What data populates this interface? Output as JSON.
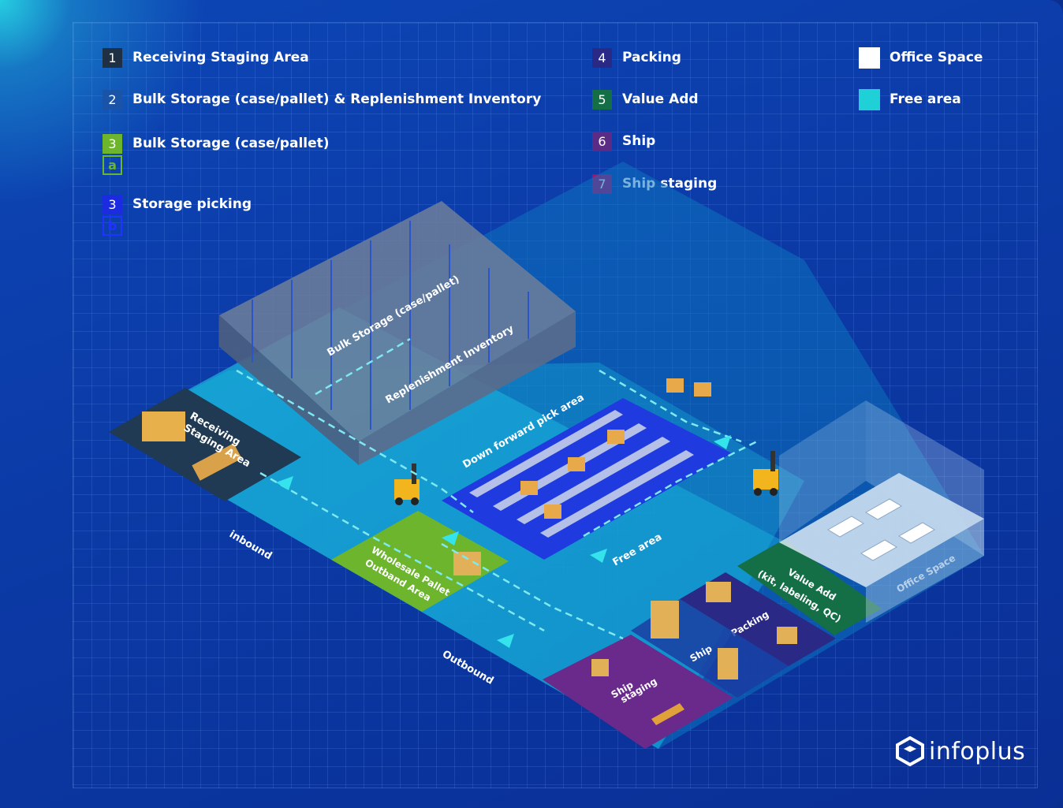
{
  "legend": [
    {
      "badges": [
        "1"
      ],
      "label": "Receiving Staging Area",
      "color": "#1f2f44"
    },
    {
      "badges": [
        "2"
      ],
      "label": "Bulk Storage (case/pallet) & Replenishment Inventory",
      "color": "#1a54a8"
    },
    {
      "badges": [
        "3",
        "a"
      ],
      "label": "Bulk Storage (case/pallet)",
      "color": "#6cb52d",
      "sub_color": "#4caf50"
    },
    {
      "badges": [
        "3",
        "b"
      ],
      "label": "Storage picking",
      "color": "#1b2be0",
      "sub_color": "#2233ff"
    },
    {
      "badges": [
        "4"
      ],
      "label": "Packing",
      "color": "#2a2a86"
    },
    {
      "badges": [
        "5"
      ],
      "label": "Value Add",
      "color": "#146f47"
    },
    {
      "badges": [
        "6"
      ],
      "label": "Ship",
      "color": "#5c2b86"
    },
    {
      "badges": [
        "7"
      ],
      "label": "Ship staging",
      "color": "#a4136a"
    },
    {
      "badges": [],
      "label": "Office Space",
      "color": "#ffffff"
    },
    {
      "badges": [],
      "label": "Free area",
      "color": "#1fd0d6"
    }
  ],
  "zones": {
    "receiving": {
      "line1": "Receiving",
      "line2": "Staging Area"
    },
    "bulk_storage": "Bulk Storage (case/pallet)",
    "replenishment": "Replenishment Inventory",
    "down_forward": "Down forward pick area",
    "wholesale": {
      "line1": "Wholesale Pallet",
      "line2": "Outband Area"
    },
    "free_area": "Free area",
    "value_add": {
      "line1": "Value Add",
      "line2": "(kit, labeling, QC)"
    },
    "packing": "Packing",
    "ship": "Ship",
    "ship_staging": {
      "line1": "Ship",
      "line2": "staging"
    },
    "office_space": "Office Space",
    "inbound": "inbound",
    "outbound": "Outbound"
  },
  "brand": {
    "name": "infoplus"
  }
}
